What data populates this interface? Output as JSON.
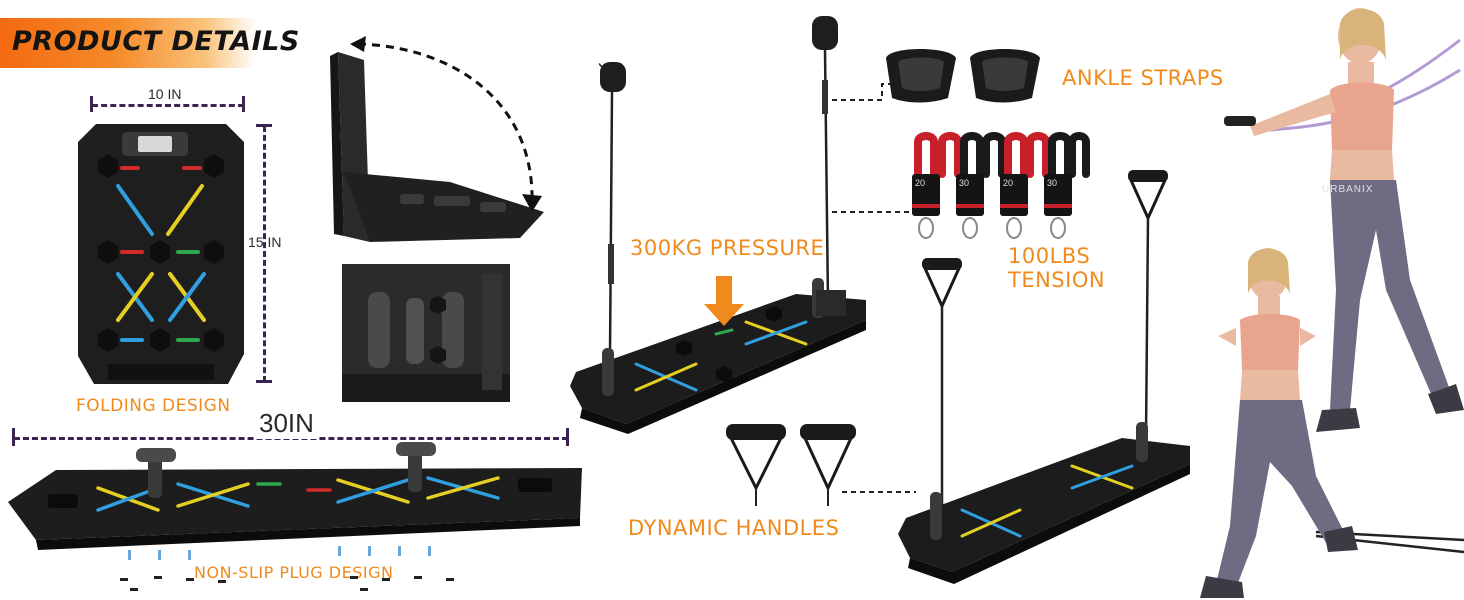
{
  "banner": {
    "title": "PRODUCT DETAILS"
  },
  "dimensions": {
    "width": "10 IN",
    "height": "15 IN",
    "length": "30IN"
  },
  "callouts": {
    "folding": "FOLDING DESIGN",
    "non_slip": "NON-SLIP PLUG DESIGN",
    "pressure": "300KG PRESSURE",
    "ankle": "ANKLE STRAPS",
    "tension_line1": "100LBS",
    "tension_line2": "TENSION",
    "handles": "DYNAMIC HANDLES"
  },
  "band_labels": [
    "20",
    "30",
    "20",
    "30"
  ],
  "brand": "URBANIX",
  "colors": {
    "accent": "#f08a1c",
    "dash": "#3b2451",
    "board": "#1d1d1d",
    "band_red": "#c8202a",
    "band_black": "#1a1a1a"
  }
}
